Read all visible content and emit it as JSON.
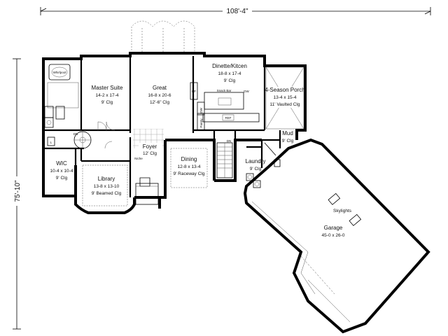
{
  "dimensions": {
    "width_label": "108'-4\"",
    "depth_label": "75'-10\""
  },
  "rooms": {
    "master_suite": {
      "name": "Master Suite",
      "dims": "14-2 x 17-4",
      "ceiling": "9' Clg"
    },
    "great": {
      "name": "Great",
      "dims": "16-8 x 20-6",
      "ceiling": "12'-6\" Clg"
    },
    "dinette_kitchen": {
      "name": "Dinette/Kitcen",
      "dims": "18-8 x 17-4",
      "ceiling": "9' Clg"
    },
    "four_season_porch": {
      "name": "4-Season Porch",
      "dims": "13-4 x 15-4",
      "ceiling": "11' Vaulted Clg"
    },
    "foyer": {
      "name": "Foyer",
      "ceiling": "12' Clg"
    },
    "dining": {
      "name": "Dining",
      "dims": "12-8 x 13-4",
      "ceiling": "9' Raceway Clg"
    },
    "mud": {
      "name": "Mud",
      "ceiling": "9' Clg"
    },
    "laundry": {
      "name": "Laundry",
      "ceiling": "9' Clg"
    },
    "wic": {
      "name": "WIC",
      "dims": "10-4 x 10-4",
      "ceiling": "9' Clg"
    },
    "library": {
      "name": "Library",
      "dims": "13-8 x 13-10",
      "ceiling": "9' Beamed Clg"
    },
    "garage": {
      "name": "Garage",
      "dims": "45-0 x 26-0",
      "note": "Skylights"
    }
  },
  "labels": {
    "whirlpool": "Whirlpool",
    "snack_bar": "Snack Bar",
    "dw": "DW",
    "ref": "REF",
    "pantry": "Pantry",
    "fp": "FP",
    "dn_stair": "DN",
    "dn_basement": "DN",
    "niche": "Niche",
    "l": "L"
  }
}
